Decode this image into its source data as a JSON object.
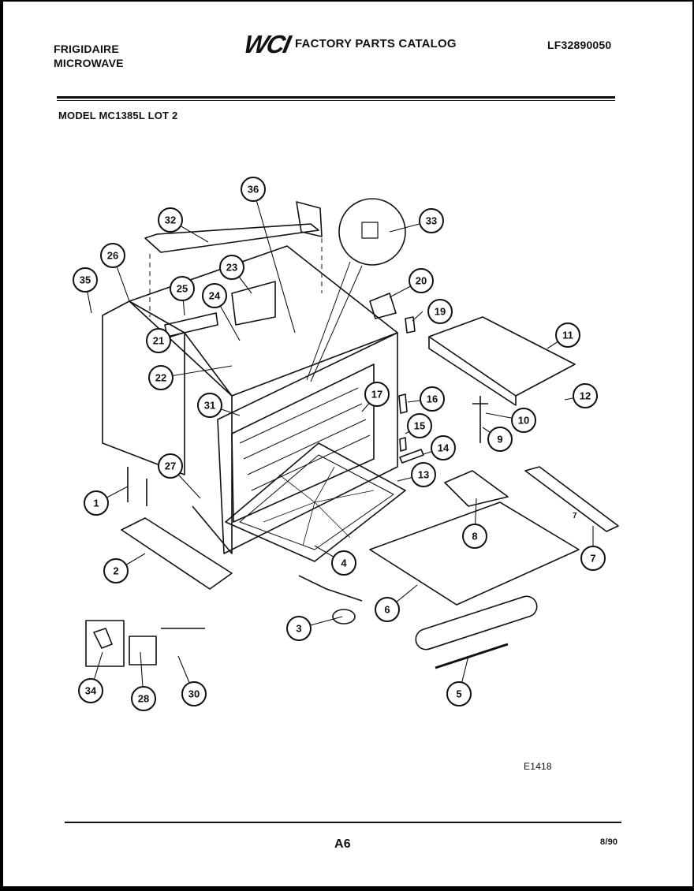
{
  "header": {
    "brand_line1": "FRIGIDAIRE",
    "brand_line2": "MICROWAVE",
    "logo": "WCI",
    "catalog_title": "FACTORY PARTS CATALOG",
    "catalog_number": "LF32890050",
    "model_line": "MODEL MC1385L LOT 2"
  },
  "diagram": {
    "callouts": [
      "1",
      "2",
      "3",
      "4",
      "5",
      "6",
      "7",
      "8",
      "9",
      "10",
      "11",
      "12",
      "13",
      "14",
      "15",
      "16",
      "17",
      "19",
      "20",
      "21",
      "22",
      "23",
      "24",
      "25",
      "26",
      "27",
      "28",
      "30",
      "31",
      "32",
      "33",
      "34",
      "35",
      "36"
    ],
    "inline_label": "7"
  },
  "footer": {
    "figure_code": "E1418",
    "page": "A6",
    "date": "8/90"
  }
}
